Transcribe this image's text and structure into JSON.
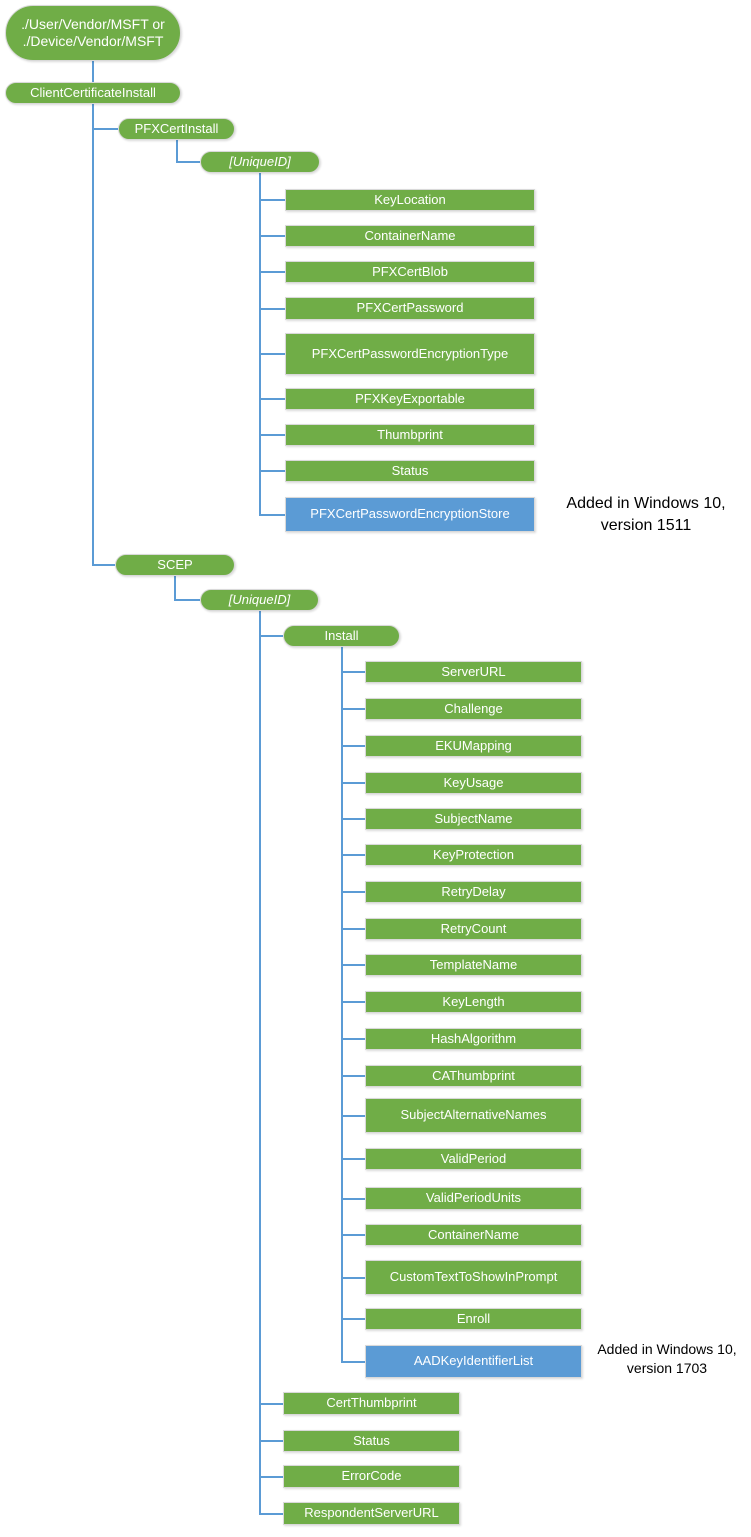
{
  "palette": {
    "node_green": "#70AD47",
    "node_blue": "#5B9BD5",
    "connector_blue": "#5B9BD5",
    "node_text": "#FFFFFF",
    "note_text": "#000000"
  },
  "tree": {
    "id": "root",
    "label": "./User/Vendor/MSFT or\n./Device/Vendor/MSFT",
    "shape": "stadium",
    "color": "green",
    "children": [
      {
        "id": "client-certificate-install",
        "label": "ClientCertificateInstall",
        "shape": "stadium",
        "color": "green",
        "children": [
          {
            "id": "pfx-cert-install",
            "label": "PFXCertInstall",
            "shape": "stadium",
            "color": "green",
            "children": [
              {
                "id": "pfx-unique-id",
                "label": "[UniqueID]",
                "shape": "stadium",
                "color": "green",
                "italic": true,
                "children": [
                  {
                    "id": "key-location",
                    "label": "KeyLocation",
                    "shape": "rect",
                    "color": "green"
                  },
                  {
                    "id": "container-name",
                    "label": "ContainerName",
                    "shape": "rect",
                    "color": "green"
                  },
                  {
                    "id": "pfx-cert-blob",
                    "label": "PFXCertBlob",
                    "shape": "rect",
                    "color": "green"
                  },
                  {
                    "id": "pfx-cert-password",
                    "label": "PFXCertPassword",
                    "shape": "rect",
                    "color": "green"
                  },
                  {
                    "id": "pfx-cert-password-encryption-type",
                    "label": "PFXCertPasswordEncryptionType",
                    "shape": "rect",
                    "color": "green"
                  },
                  {
                    "id": "pfx-key-exportable",
                    "label": "PFXKeyExportable",
                    "shape": "rect",
                    "color": "green"
                  },
                  {
                    "id": "thumbprint",
                    "label": "Thumbprint",
                    "shape": "rect",
                    "color": "green"
                  },
                  {
                    "id": "status",
                    "label": "Status",
                    "shape": "rect",
                    "color": "green"
                  },
                  {
                    "id": "pfx-cert-password-encryption-store",
                    "label": "PFXCertPasswordEncryptionStore",
                    "shape": "rect",
                    "color": "blue",
                    "note": "Added in Windows 10,\nversion 1511"
                  }
                ]
              }
            ]
          },
          {
            "id": "scep",
            "label": "SCEP",
            "shape": "stadium",
            "color": "green",
            "children": [
              {
                "id": "scep-unique-id",
                "label": "[UniqueID]",
                "shape": "stadium",
                "color": "green",
                "italic": true,
                "children": [
                  {
                    "id": "install",
                    "label": "Install",
                    "shape": "stadium",
                    "color": "green",
                    "children": [
                      {
                        "id": "server-url",
                        "label": "ServerURL",
                        "shape": "rect",
                        "color": "green"
                      },
                      {
                        "id": "challenge",
                        "label": "Challenge",
                        "shape": "rect",
                        "color": "green"
                      },
                      {
                        "id": "eku-mapping",
                        "label": "EKUMapping",
                        "shape": "rect",
                        "color": "green"
                      },
                      {
                        "id": "key-usage",
                        "label": "KeyUsage",
                        "shape": "rect",
                        "color": "green"
                      },
                      {
                        "id": "subject-name",
                        "label": "SubjectName",
                        "shape": "rect",
                        "color": "green"
                      },
                      {
                        "id": "key-protection",
                        "label": "KeyProtection",
                        "shape": "rect",
                        "color": "green"
                      },
                      {
                        "id": "retry-delay",
                        "label": "RetryDelay",
                        "shape": "rect",
                        "color": "green"
                      },
                      {
                        "id": "retry-count",
                        "label": "RetryCount",
                        "shape": "rect",
                        "color": "green"
                      },
                      {
                        "id": "template-name",
                        "label": "TemplateName",
                        "shape": "rect",
                        "color": "green"
                      },
                      {
                        "id": "key-length",
                        "label": "KeyLength",
                        "shape": "rect",
                        "color": "green"
                      },
                      {
                        "id": "hash-algorithm",
                        "label": "HashAlgorithm",
                        "shape": "rect",
                        "color": "green"
                      },
                      {
                        "id": "ca-thumbprint",
                        "label": "CAThumbprint",
                        "shape": "rect",
                        "color": "green"
                      },
                      {
                        "id": "subject-alternative-names",
                        "label": "SubjectAlternativeNames",
                        "shape": "rect",
                        "color": "green"
                      },
                      {
                        "id": "valid-period",
                        "label": "ValidPeriod",
                        "shape": "rect",
                        "color": "green"
                      },
                      {
                        "id": "valid-period-units",
                        "label": "ValidPeriodUnits",
                        "shape": "rect",
                        "color": "green"
                      },
                      {
                        "id": "container-name-2",
                        "label": "ContainerName",
                        "shape": "rect",
                        "color": "green"
                      },
                      {
                        "id": "custom-text-to-show-in-prompt",
                        "label": "CustomTextToShowInPrompt",
                        "shape": "rect",
                        "color": "green"
                      },
                      {
                        "id": "enroll",
                        "label": "Enroll",
                        "shape": "rect",
                        "color": "green"
                      },
                      {
                        "id": "aad-key-identifier-list",
                        "label": "AADKeyIdentifierList",
                        "shape": "rect",
                        "color": "blue",
                        "note": "Added in Windows 10,\nversion 1703"
                      }
                    ]
                  },
                  {
                    "id": "cert-thumbprint",
                    "label": "CertThumbprint",
                    "shape": "rect",
                    "color": "green"
                  },
                  {
                    "id": "status-2",
                    "label": "Status",
                    "shape": "rect",
                    "color": "green"
                  },
                  {
                    "id": "error-code",
                    "label": "ErrorCode",
                    "shape": "rect",
                    "color": "green"
                  },
                  {
                    "id": "respondent-server-url",
                    "label": "RespondentServerURL",
                    "shape": "rect",
                    "color": "green"
                  }
                ]
              }
            ]
          }
        ]
      }
    ]
  }
}
